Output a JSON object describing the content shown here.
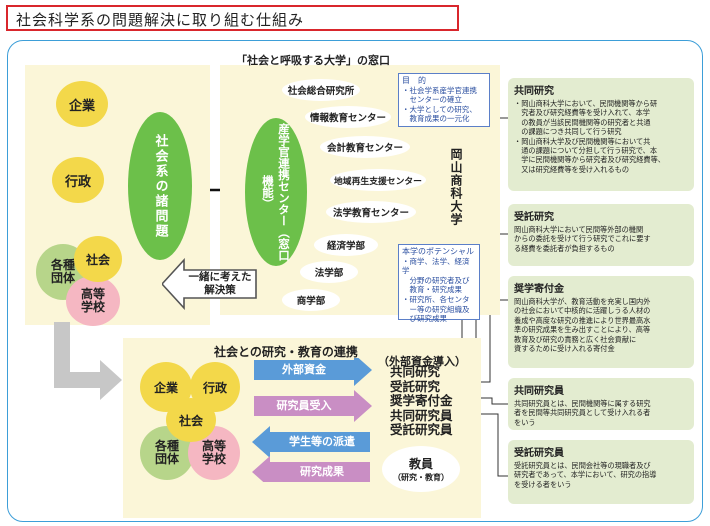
{
  "title": "社会科学系の問題解決に取り組む仕組み",
  "window_label": "「社会と呼吸する大学」の窓口",
  "left": {
    "company": "企業",
    "government": "行政",
    "society": "社会",
    "groups": "各種\n団体",
    "schools": "高等\n学校",
    "issues": "社会系の諸問題",
    "solution": "一緒に考えた\n解決策"
  },
  "center": {
    "label": "産学官連携センター（窓口機能）",
    "units": [
      "社会総合研究所",
      "情報教育センター",
      "会計教育センター",
      "地域再生支援センター",
      "法学教育センター",
      "経済学部",
      "法学部",
      "商学部"
    ],
    "university": "岡山商科大学"
  },
  "purpose": {
    "heading": "目　的",
    "body": "・社会学系産学官連携\n　センターの確立\n・大学としての研究、\n　教育成果の一元化"
  },
  "potential": {
    "heading": "本学のポテンシャル",
    "body": "・商学、法学、経済学\n　分野の研究者及び\n　教育・研究成果\n・研究所、各センタ\n　ー等の研究組織及\n　び研究成果"
  },
  "bottom": {
    "heading": "社会との研究・教育の連携",
    "external_label": "（外部資金導入）",
    "company": "企業",
    "government": "行政",
    "society": "社会",
    "groups": "各種\n団体",
    "schools": "高等\n学校",
    "flows": [
      "外部資金",
      "研究員受入",
      "学生等の派遣",
      "研究成果"
    ],
    "funds": [
      "共同研究",
      "受託研究",
      "奨学寄付金",
      "共同研究員",
      "受託研究員"
    ],
    "faculty": "教員",
    "faculty_sub": "（研究・教育）"
  },
  "right_boxes": [
    {
      "title": "共同研究",
      "body": "・岡山商科大学において、民間機関等から研\n　究者及び研究経費等を受け入れて、本学\n　の教員が当該民間機関等の研究者と共通\n　の課題につき共同して行う研究\n・岡山商科大学及び民間機関等において共\n　通の課題について分担して行う研究で、本\n　学に民間機関等から研究者及び研究経費等、\n　又は研究経費等を受け入れるもの"
    },
    {
      "title": "受託研究",
      "body": "岡山商科大学において民間等外部の機関\nからの委託を受けて行う研究でこれに要す\nる経費を委託者が負担するもの"
    },
    {
      "title": "奨学寄付金",
      "body": "岡山商科大学が、教育活動を充実し国内外\nの社会において中核的に活躍しうる人材の\n養成や高度な研究の推進により世界最高水\n準の研究成果を生み出すことにより、高等\n教育及び研究の責務と広く社会貢献に\n資するために受け入れる寄付金"
    },
    {
      "title": "共同研究員",
      "body": "共同研究員とは、民間機関等に属する研究\n者を民間等共同研究員として受け入れる者\nをいう"
    },
    {
      "title": "受託研究員",
      "body": "受託研究員とは、民間会社等の現職者及び\n研究者であって、本学において、研究の指導\nを受ける者をいう"
    }
  ],
  "colors": {
    "title_border": "#d9262c",
    "frame": "#3d9ed8",
    "green_oval": "#6cc04a",
    "panel": "#fbf6d8",
    "right_box": "#e3ecd0",
    "blue_arrow": "#5a9bd8",
    "pink_arrow": "#c98ec4"
  }
}
